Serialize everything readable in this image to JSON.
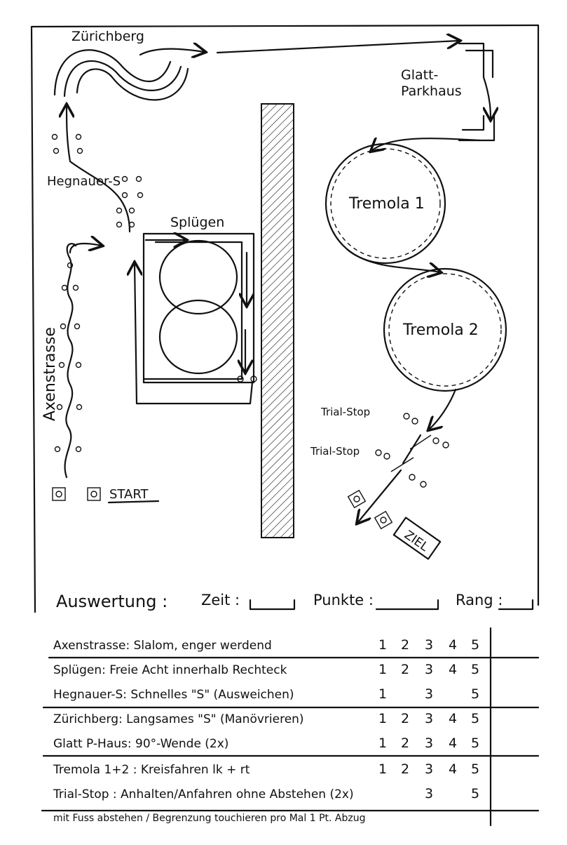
{
  "map": {
    "stations": {
      "zurichberg": "Zürichberg",
      "glatt": "Glatt-",
      "glatt2": "Parkhaus",
      "hegnauer": "Hegnauer-S",
      "splugen": "Splügen",
      "axenstrasse": "Axenstrasse",
      "tremola1": "Tremola 1",
      "tremola2": "Tremola 2",
      "trialstop1": "Trial-Stop",
      "trialstop2": "Trial-Stop",
      "start": "START",
      "ziel": "ZIEL"
    }
  },
  "evaluation": {
    "title": "Auswertung :",
    "zeit": "Zeit :",
    "punkte": "Punkte :",
    "rang": "Rang :"
  },
  "scoring": {
    "rows": [
      {
        "text": "Axenstrasse: Slalom, enger werdend",
        "scores": [
          "1",
          "2",
          "3",
          "4",
          "5"
        ]
      },
      {
        "text": "Splügen: Freie Acht innerhalb Rechteck",
        "scores": [
          "1",
          "2",
          "3",
          "4",
          "5"
        ]
      },
      {
        "text": "Hegnauer-S: Schnelles \"S\" (Ausweichen)",
        "scores": [
          "1",
          "",
          "3",
          "",
          "5"
        ]
      },
      {
        "text": "Zürichberg: Langsames \"S\" (Manövrieren)",
        "scores": [
          "1",
          "2",
          "3",
          "4",
          "5"
        ]
      },
      {
        "text": "Glatt P-Haus: 90°-Wende (2x)",
        "scores": [
          "1",
          "2",
          "3",
          "4",
          "5"
        ]
      },
      {
        "text": "Tremola 1+2 : Kreisfahren lk + rt",
        "scores": [
          "1",
          "2",
          "3",
          "4",
          "5"
        ]
      },
      {
        "text": "Trial-Stop : Anhalten/Anfahren ohne Abstehen (2x)",
        "scores": [
          "",
          "",
          "3",
          "",
          "5"
        ]
      }
    ],
    "footer": "mit Fuss abstehen / Begrenzung touchieren  pro Mal 1 Pt. Abzug"
  }
}
